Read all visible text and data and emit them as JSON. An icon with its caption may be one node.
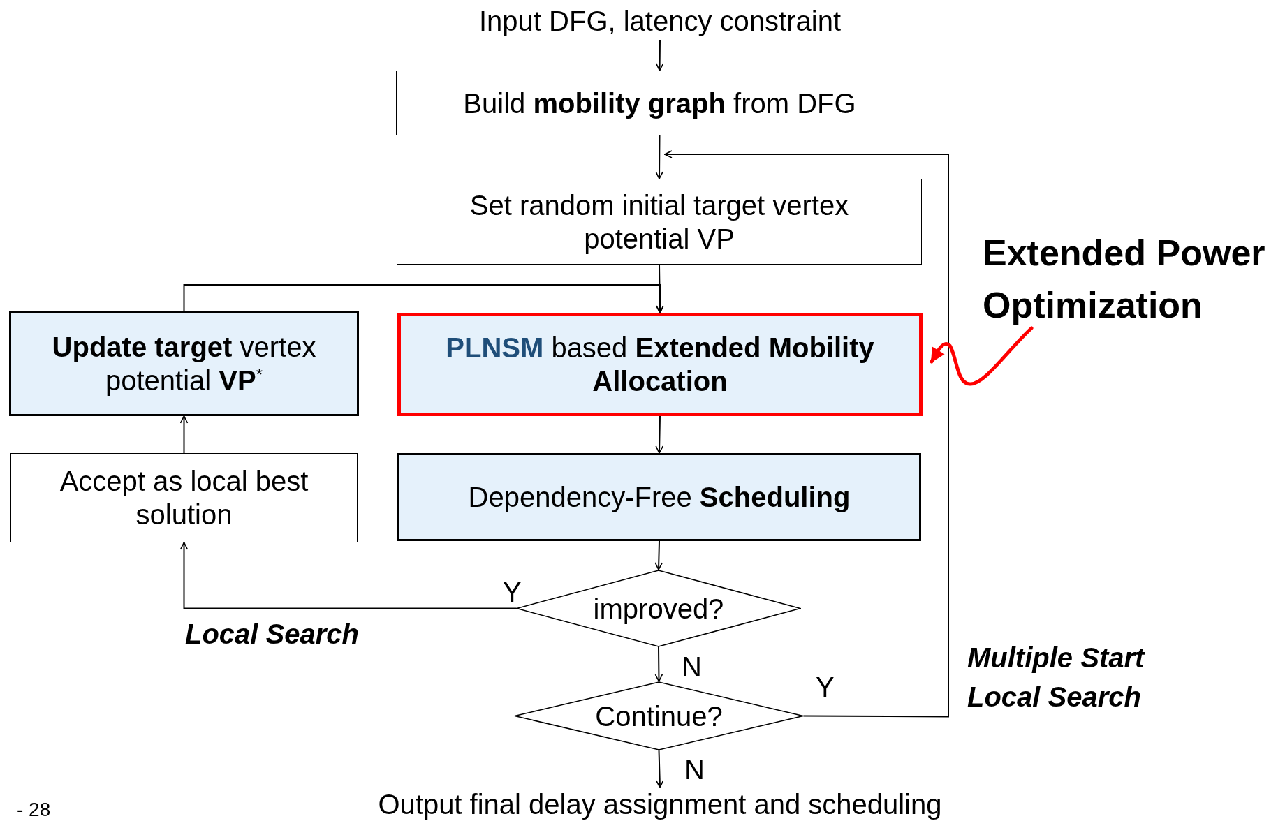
{
  "diagram": {
    "nodes": [
      {
        "text": [
          "Input DFG, latency constraint"
        ]
      },
      {
        "text": [
          "Build **mobility graph** from DFG"
        ]
      },
      {
        "text": [
          "Set random initial target vertex potential VP"
        ]
      },
      {
        "text": [
          "**Update target** vertex potential **VP**$^{*}$"
        ]
      },
      {
        "text": [
          "**PLNSM** based **Extended Mobility Allocation**"
        ]
      },
      {
        "text": [
          "Accept as local best solution"
        ]
      },
      {
        "text": [
          "Dependency-Free **Scheduling**"
        ]
      },
      {
        "text": [
          "improved?"
        ]
      },
      {
        "text": [
          "Continue?"
        ]
      },
      {
        "text": [
          "Output final delay assignment and  scheduling"
        ]
      },
      {
        "text": [
          "Extended Power Optimization"
        ]
      }
    ],
    "edges": [
      {
        "from": 0,
        "to": 1,
        "arrow": "to"
      },
      {
        "from": 1,
        "to": 2,
        "arrow": "to"
      },
      {
        "from": 2,
        "to": 4,
        "arrow": "to"
      },
      {
        "from": 3,
        "to": 4,
        "arrow": "to"
      },
      {
        "from": 4,
        "to": 6,
        "arrow": "to"
      },
      {
        "from": 6,
        "to": 7,
        "arrow": "to"
      },
      {
        "from": 7,
        "to": 5,
        "arrow": "to",
        "label": "Y"
      },
      {
        "from": 5,
        "to": 3,
        "arrow": "to"
      },
      {
        "from": 7,
        "to": 8,
        "arrow": "to",
        "label": "N"
      },
      {
        "from": 8,
        "to": 2,
        "arrow": "to",
        "label": "Y"
      },
      {
        "from": 8,
        "to": 9,
        "arrow": "to",
        "label": "N"
      },
      {
        "from": 10,
        "to": 4,
        "arrow": "to",
        "style": "thick",
        "color": "#ff0000"
      }
    ],
    "labels": [
      "Local Search",
      "Multiple Start Local Search",
      "- 28"
    ]
  }
}
